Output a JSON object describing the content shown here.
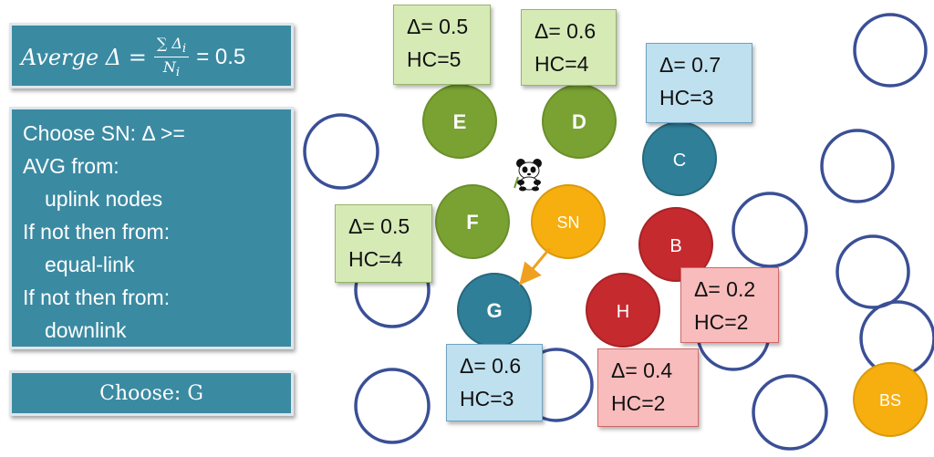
{
  "formula": {
    "lhs": "Averge Δ =",
    "numerator": "∑ Δ",
    "numerator_sub": "i",
    "denominator": "N",
    "denominator_sub": "i",
    "rhs": "= 0.5"
  },
  "rule": {
    "lines": [
      "Choose SN:  Δ >=",
      "AVG from:",
      "uplink nodes",
      "If not then from:",
      "equal-link",
      "If not then from:",
      "downlink"
    ]
  },
  "choose": {
    "text": "Choose: G"
  },
  "nodes": {
    "E": "E",
    "D": "D",
    "C": "C",
    "F": "F",
    "SN": "SN",
    "B": "B",
    "G": "G",
    "H": "H",
    "BS": "BS"
  },
  "labels": {
    "E": {
      "delta": "Δ= 0.5",
      "hc": "HC=5"
    },
    "D": {
      "delta": "Δ= 0.6",
      "hc": "HC=4"
    },
    "C": {
      "delta": "Δ= 0.7",
      "hc": "HC=3"
    },
    "F": {
      "delta": "Δ= 0.5",
      "hc": "HC=4"
    },
    "B": {
      "delta": "Δ= 0.2",
      "hc": "HC=2"
    },
    "G": {
      "delta": "Δ= 0.6",
      "hc": "HC=3"
    },
    "H": {
      "delta": "Δ= 0.4",
      "hc": "HC=2"
    }
  },
  "colors": {
    "panel": "#3a8aa2",
    "green_node": "#79a232",
    "teal_node": "#2f7f98",
    "red_node": "#c52a2e",
    "orange_node": "#f7ae0f",
    "ring": "#3a4f96"
  },
  "icons": [
    "panda-icon",
    "arrow-icon"
  ]
}
